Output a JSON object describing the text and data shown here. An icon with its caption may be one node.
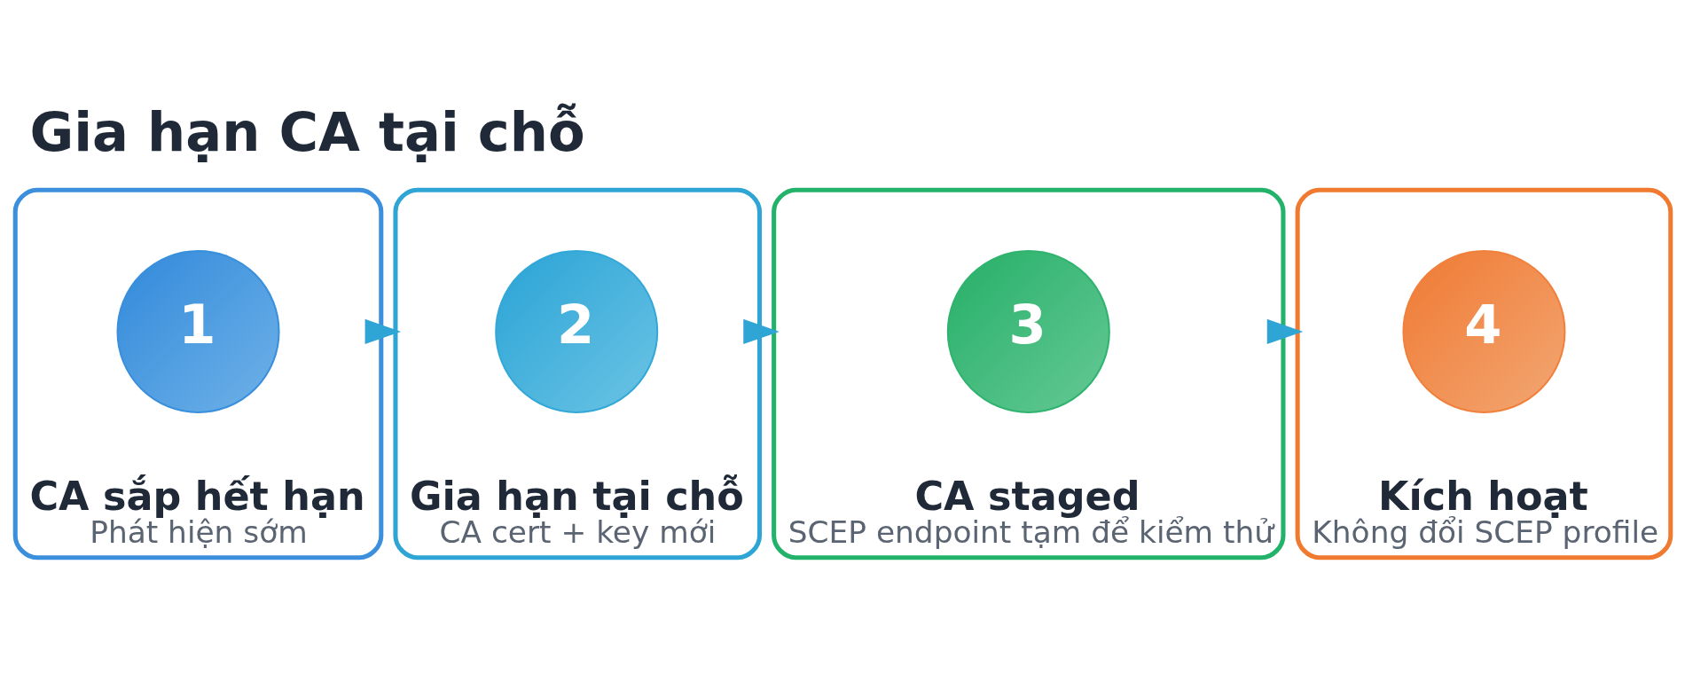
{
  "diagram": {
    "title": "Gia hạn CA tại chỗ",
    "nodes": [
      {
        "text": [
          "CA sắp hết hạn",
          "Phát hiện sớm"
        ]
      },
      {
        "text": [
          "1"
        ],
        "in": 0
      },
      {
        "text": [
          "Gia hạn tại chỗ",
          "CA cert + key mới"
        ]
      },
      {
        "text": [
          "2"
        ],
        "in": 2
      },
      {
        "text": [
          "CA staged",
          "SCEP endpoint tạm để kiểm thử"
        ]
      },
      {
        "text": [
          "3"
        ],
        "in": 4
      },
      {
        "text": [
          "Kích hoạt",
          "Không đổi SCEP profile"
        ]
      },
      {
        "text": [
          "4"
        ],
        "in": 6
      }
    ],
    "edges": [
      {
        "from": 0,
        "to": 2,
        "arrow": "to"
      },
      {
        "from": 2,
        "to": 4,
        "arrow": "to"
      },
      {
        "from": 4,
        "to": 6,
        "arrow": "to"
      }
    ]
  }
}
